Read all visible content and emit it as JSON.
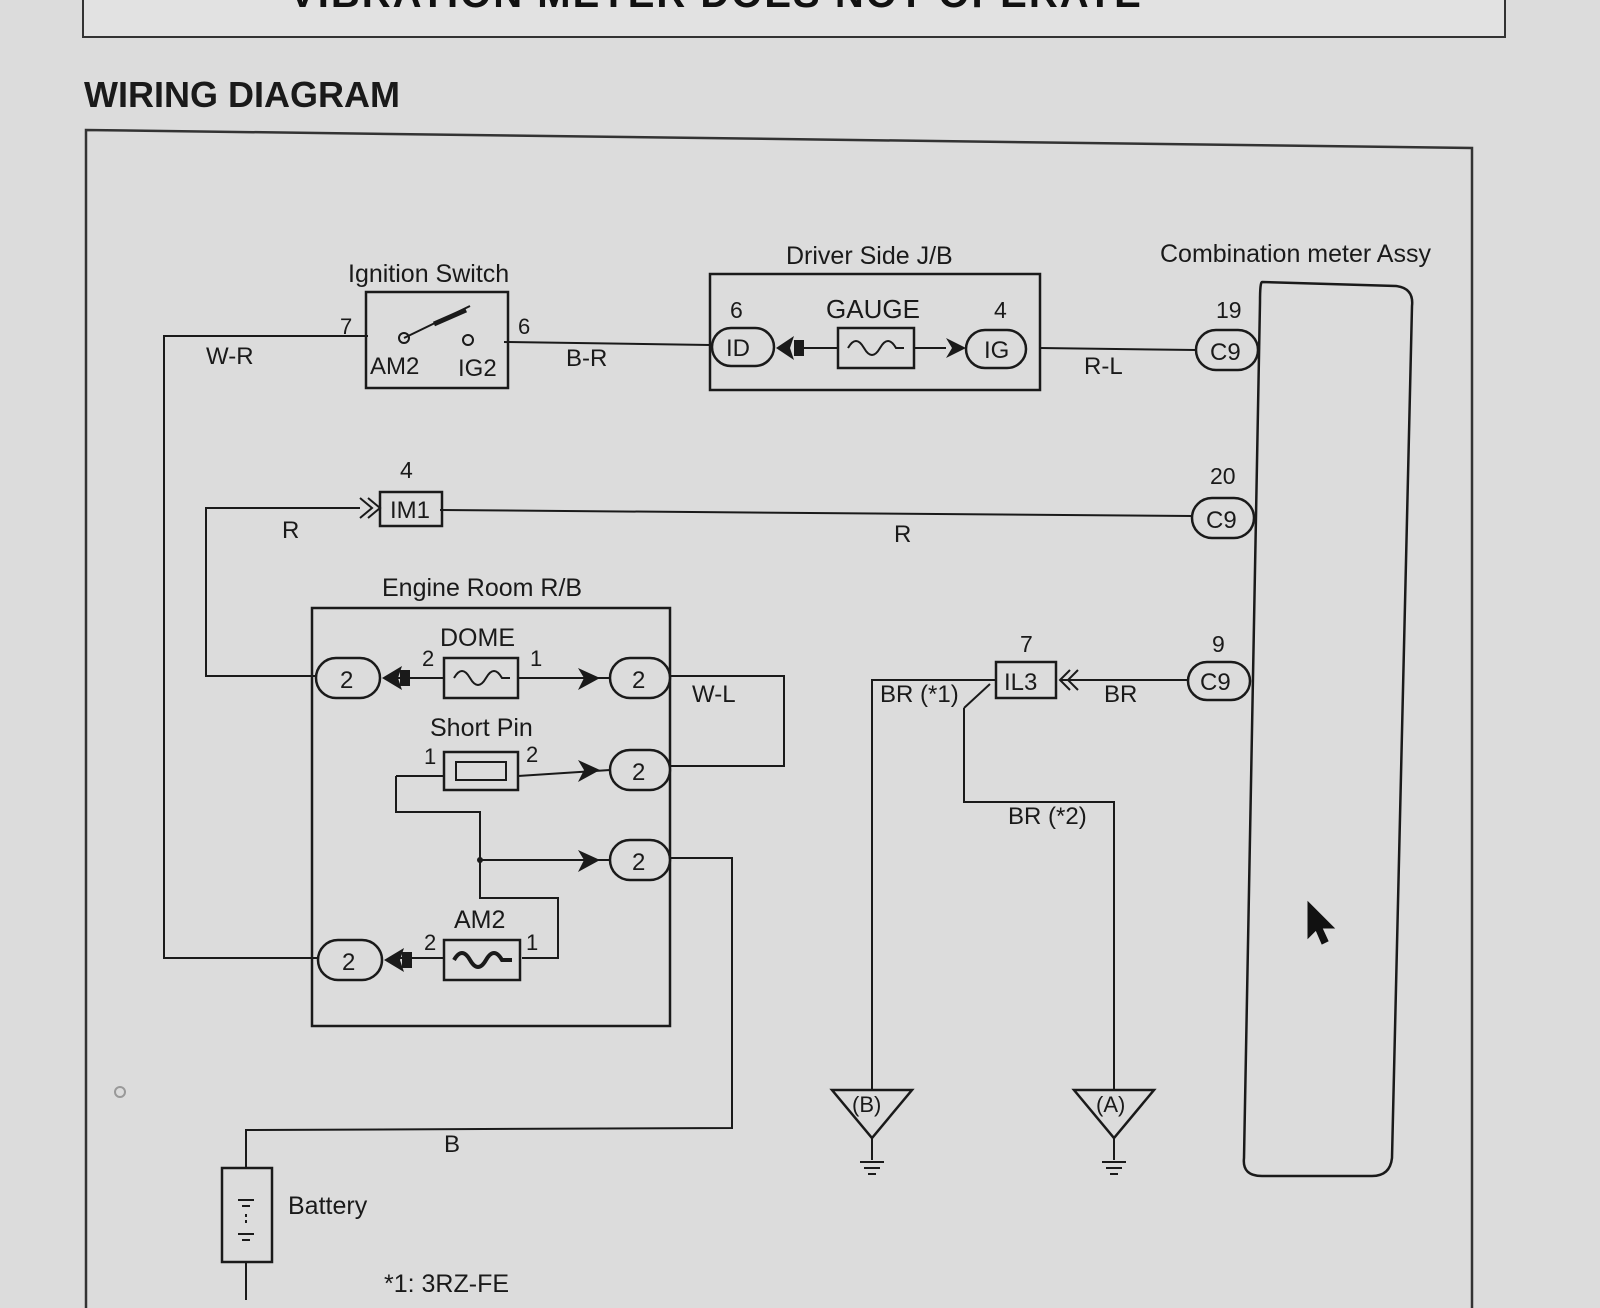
{
  "header": {
    "frame_title": "— VIBRATION METER DOES NOT OPERATE",
    "section_title": "WIRING DIAGRAM"
  },
  "components": {
    "ignition_switch": {
      "label": "Ignition Switch",
      "pin_in": "7",
      "pin_out": "6",
      "contact_a": "AM2",
      "contact_b": "IG2"
    },
    "driver_side_jb": {
      "label": "Driver Side J/B",
      "fuse": "GAUGE",
      "pin_left": "6",
      "pin_right": "4",
      "conn_left": "ID",
      "conn_right": "IG"
    },
    "combination_meter": {
      "label": "Combination meter Assy"
    },
    "im1": {
      "label": "IM1",
      "pin": "4"
    },
    "engine_room_rb": {
      "label": "Engine Room R/B",
      "dome": {
        "label": "DOME",
        "pin_a": "2",
        "pin_b": "1"
      },
      "short_pin": {
        "label": "Short Pin",
        "pin_a": "1",
        "pin_b": "2"
      },
      "am2": {
        "label": "AM2",
        "pin_a": "2",
        "pin_b": "1"
      },
      "connectors": [
        "2",
        "2",
        "2",
        "2",
        "2"
      ]
    },
    "il3": {
      "label": "IL3",
      "pin": "7"
    },
    "battery": {
      "label": "Battery"
    },
    "grounds": [
      "(B)",
      "(A)"
    ]
  },
  "meter_pins": [
    {
      "pin": "19",
      "conn": "C9"
    },
    {
      "pin": "20",
      "conn": "C9"
    },
    {
      "pin": "9",
      "conn": "C9"
    }
  ],
  "wires": {
    "w_r": "W-R",
    "b_r": "B-R",
    "r_l": "R-L",
    "r_left": "R",
    "r_mid": "R",
    "w_l": "W-L",
    "br_1": "BR (*1)",
    "br": "BR",
    "br_2": "BR (*2)",
    "b": "B"
  },
  "footnote": "*1: 3RZ-FE",
  "colors": {
    "line": "#1a1a1a",
    "background": "#dcdcdc"
  }
}
